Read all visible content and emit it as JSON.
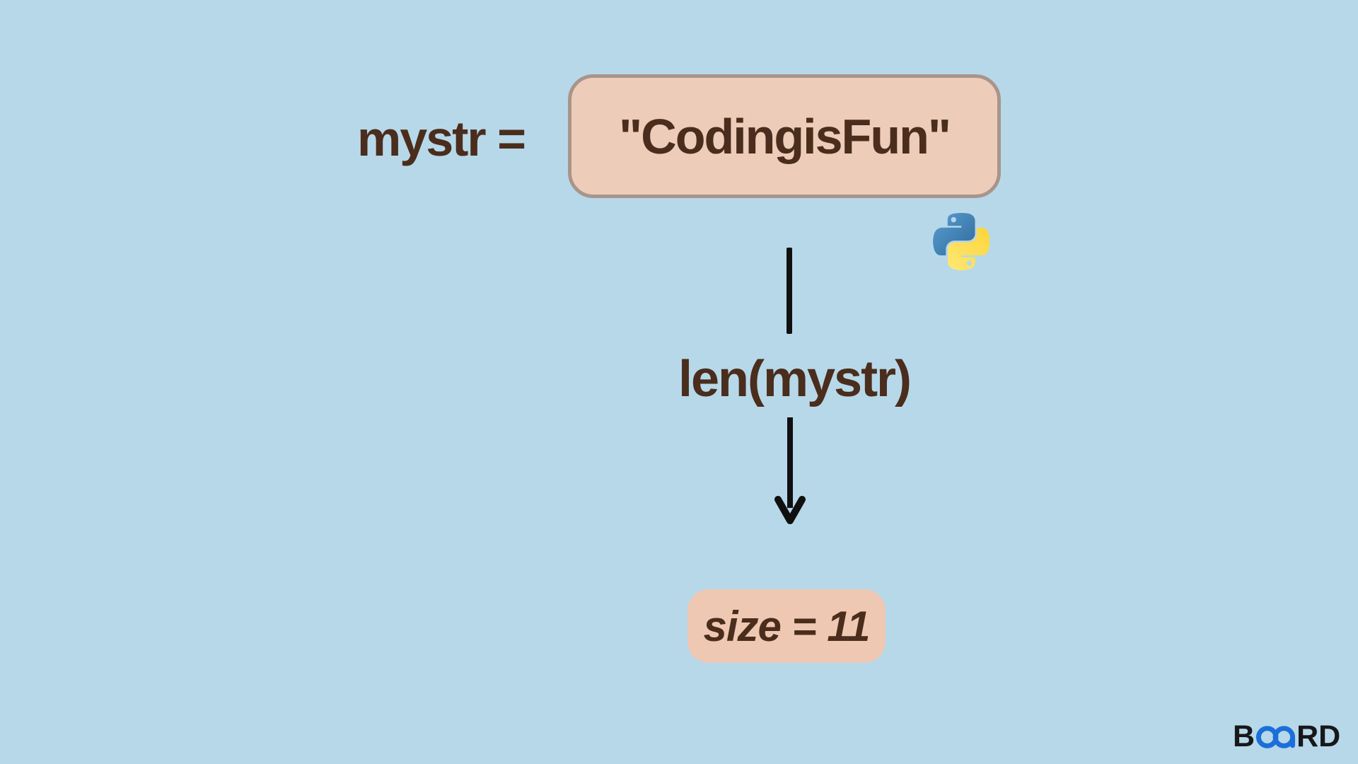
{
  "diagram": {
    "variable_label": "mystr =",
    "string_box": {
      "value": "\"CodingisFun\"",
      "fill": "#edccba",
      "border": "#a8958a"
    },
    "function_label": "len(mystr)",
    "result_box": {
      "value": "size = 11",
      "fill": "#eec8b2"
    },
    "icons": {
      "python_logo": "python-logo-icon",
      "down_arrow": "down-arrow-icon"
    },
    "colors": {
      "background": "#b7d8e9",
      "text_brown": "#4a2d1c",
      "arrow_black": "#101010",
      "python_blue": "#306998",
      "python_yellow": "#ffd43b"
    }
  },
  "branding": {
    "logo_prefix": "B",
    "logo_suffix": "RD",
    "logo_mark": "infinity-mark",
    "logo_black": "#17181a",
    "logo_blue": "#1b6fd9"
  }
}
